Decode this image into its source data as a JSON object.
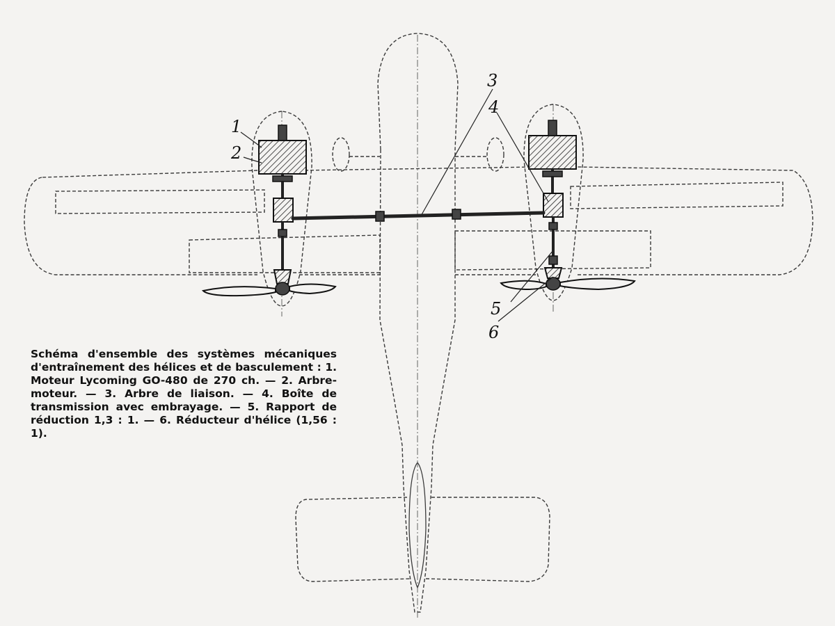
{
  "labels": {
    "l1": "1",
    "l2": "2",
    "l3": "3",
    "l4": "4",
    "l5": "5",
    "l6": "6"
  },
  "caption": "Schéma d'ensemble des systèmes mécaniques d'entraînement des hélices et de basculement : 1. Moteur Lycoming GO-480 de 270 ch. — 2. Arbre-moteur. — 3. Arbre de liaison. — 4. Boîte de transmission avec embrayage. — 5. Rapport de réduction 1,3 : 1. — 6. Réducteur d'hélice (1,56 : 1).",
  "colors": {
    "paper": "#f4f3f1",
    "ink": "#111111"
  }
}
